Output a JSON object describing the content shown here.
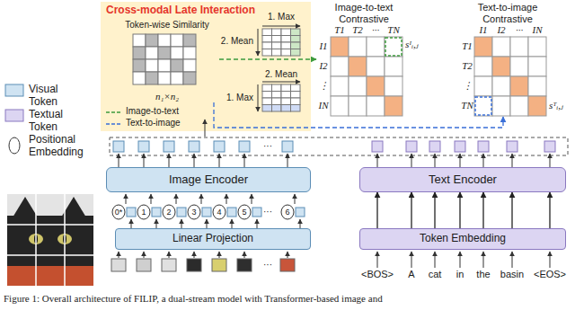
{
  "diagram": {
    "caption": "Figure 1: Overall architecture of FILIP, a dual-stream model with Transformer-based image and",
    "nodes": [
      {
        "text": [
          "Cross-modal Late Interaction"
        ]
      },
      {
        "text": [
          "Token-wise Similarity",
          "n₁×n₂"
        ],
        "in": 0
      },
      {
        "text": [
          "Image-to-text Contrastive"
        ]
      },
      {
        "text": [
          "Text-to-image Contrastive"
        ]
      },
      {
        "text": [
          "Image Encoder"
        ]
      },
      {
        "text": [
          "Text Encoder"
        ]
      },
      {
        "text": [
          "Linear Projection"
        ]
      },
      {
        "text": [
          "Token Embedding"
        ]
      }
    ],
    "edges": [
      {
        "from": 1,
        "to": 2,
        "arrow": "to"
      },
      {
        "from": 1,
        "to": 3,
        "arrow": "to"
      },
      {
        "from": 7,
        "to": 5,
        "arrow": "to"
      },
      {
        "from": 7,
        "to": 5,
        "arrow": "to"
      },
      {
        "from": 7,
        "to": 5,
        "arrow": "to"
      },
      {
        "from": 7,
        "to": 5,
        "arrow": "to"
      },
      {
        "from": 7,
        "to": 5,
        "arrow": "to"
      },
      {
        "from": 7,
        "to": 5,
        "arrow": "to"
      },
      {
        "from": 7,
        "to": 5,
        "arrow": "to"
      }
    ],
    "labels": [
      "1. Max",
      "2. Mean",
      "2. Mean",
      "1. Max",
      "T1",
      "T2",
      "···",
      "TN",
      "I1",
      "I2",
      "⋮",
      "IN",
      "sᴵᵢ,ⱼ",
      "I1",
      "I2",
      "···",
      "IN",
      "T1",
      "T2",
      "⋮",
      "TN",
      "sᵀᵢ,ⱼ",
      "0*",
      "1",
      "2",
      "3",
      "4",
      "5",
      "···",
      "6",
      "···",
      "···",
      "<BOS>",
      "A",
      "cat",
      "in",
      "the",
      "basin",
      "<EOS>"
    ],
    "legend": [
      {
        "text": "Visual Token",
        "color": "#cfe3f2"
      },
      {
        "text": "Textual Token",
        "color": "#dcd5f2"
      },
      {
        "text": "Positional Embedding"
      },
      {
        "text": "Image-to-text"
      },
      {
        "text": "Text-to-image"
      }
    ]
  }
}
